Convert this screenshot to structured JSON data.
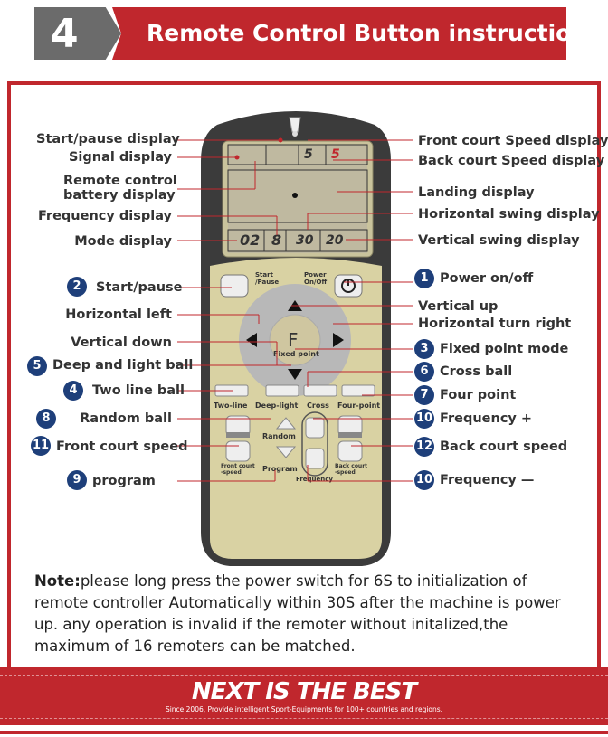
{
  "header": {
    "number": "4",
    "title": "Remote Control Button instructions"
  },
  "labels_left": {
    "start_pause_display": "Start/pause display",
    "signal_display": "Signal display",
    "battery_display": "Remote control\nbattery display",
    "frequency_display": "Frequency display",
    "mode_display": "Mode display",
    "start_pause": "Start/pause",
    "horizontal_left": "Horizontal  left",
    "vertical_down": "Vertical down",
    "deep_light": "Deep and light ball",
    "two_line": "Two line ball",
    "random": "Random ball",
    "front_speed": "Front court speed",
    "program": "program"
  },
  "labels_right": {
    "front_speed_display": "Front court Speed display",
    "back_speed_display": "Back court Speed display",
    "landing_display": "Landing display",
    "hswing_display": "Horizontal swing display",
    "vswing_display": "Vertical swing display",
    "power": "Power on/off",
    "vertical_up": "Vertical up",
    "horizontal_right": "Horizontal turn right",
    "fixed_point": "Fixed point mode",
    "cross": "Cross ball",
    "four_point": "Four point",
    "frequency_plus": "Frequency +",
    "back_speed": "Back court speed",
    "frequency_minus": "Frequency —"
  },
  "badges": {
    "b1": "1",
    "b2": "2",
    "b3": "3",
    "b4": "4",
    "b5": "5",
    "b6": "6",
    "b7": "7",
    "b8": "8",
    "b9": "9",
    "b10a": "10",
    "b10b": "10",
    "b11": "11",
    "b12": "12"
  },
  "remote": {
    "lcd_mode": "02",
    "lcd_freq": "8",
    "lcd_hswing": "30",
    "lcd_vswing": "20",
    "lcd_front": "5",
    "lcd_back": "5",
    "btn_start": "Start\n/Pause",
    "btn_power": "Power\nOn/Off",
    "btn_f": "F",
    "btn_fixed": "Fixed point",
    "btn_two_line": "Two-line",
    "btn_deep_light": "Deep-light",
    "btn_cross": "Cross",
    "btn_four_point": "Four-point",
    "btn_random": "Random",
    "btn_program": "Program",
    "btn_front_speed": "Front court\n-speed",
    "btn_back_speed": "Back court\n-speed",
    "btn_frequency": "Frequency"
  },
  "note": {
    "lead": "Note:",
    "text": "please long press the power switch for 6S to initialization of remote controller Automatically within 30S after the machine is  power up. any operation is invalid if the remoter without initalized,the maximum of 16 remoters can be matched."
  },
  "footer": {
    "brand": "NEXT IS THE BEST",
    "tagline": "Since 2006, Provide intelligent Sport-Equipments for 100+ countries and regions."
  },
  "colors": {
    "brand_red": "#c0272d",
    "badge_blue": "#1e3f7a",
    "header_gray": "#6b6b6b",
    "remote_body": "#3a3a3a",
    "remote_face": "#d8d1a0"
  }
}
